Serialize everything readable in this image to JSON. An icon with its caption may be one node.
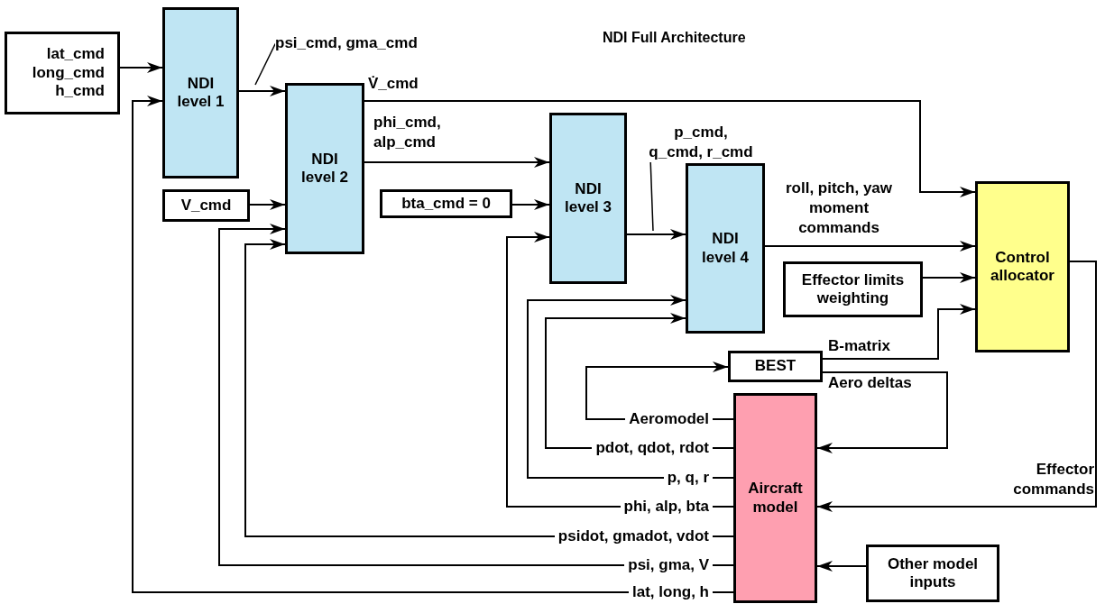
{
  "diagram": {
    "title": "NDI Full Architecture",
    "nodes": [
      {
        "text": [
          "lat_cmd",
          "long_cmd",
          "h_cmd"
        ]
      },
      {
        "text": [
          "NDI level 1"
        ]
      },
      {
        "text": [
          "NDI level 2"
        ]
      },
      {
        "text": [
          "V_cmd"
        ]
      },
      {
        "text": [
          "bta_cmd = 0"
        ]
      },
      {
        "text": [
          "NDI level 3"
        ]
      },
      {
        "text": [
          "NDI level 4"
        ]
      },
      {
        "text": [
          "Control allocator"
        ]
      },
      {
        "text": [
          "Effector limits weighting"
        ]
      },
      {
        "text": [
          "BEST"
        ]
      },
      {
        "text": [
          "Aircraft model"
        ]
      },
      {
        "text": [
          "Other model inputs"
        ]
      }
    ],
    "edges": [
      {
        "from": 0,
        "to": 1,
        "arrow": "to"
      },
      {
        "from": 1,
        "to": 2,
        "arrow": "to",
        "label": "psi_cmd, gma_cmd"
      },
      {
        "from": 2,
        "to": 7,
        "arrow": "to",
        "label": "V̇_cmd"
      },
      {
        "from": 2,
        "to": 5,
        "arrow": "to",
        "label": "phi_cmd, alp_cmd"
      },
      {
        "from": 3,
        "to": 2,
        "arrow": "to"
      },
      {
        "from": 4,
        "to": 5,
        "arrow": "to"
      },
      {
        "from": 5,
        "to": 6,
        "arrow": "to",
        "label": "p_cmd, q_cmd, r_cmd"
      },
      {
        "from": 6,
        "to": 7,
        "arrow": "to",
        "label": "roll, pitch, yaw moment commands"
      },
      {
        "from": 8,
        "to": 7,
        "arrow": "to"
      },
      {
        "from": 9,
        "to": 7,
        "arrow": "to",
        "label": "B-matrix"
      },
      {
        "from": 9,
        "to": 10,
        "arrow": "to",
        "label": "Aero deltas"
      },
      {
        "from": 7,
        "to": 10,
        "arrow": "to",
        "label": "Effector commands"
      },
      {
        "from": 11,
        "to": 10,
        "arrow": "to"
      },
      {
        "from": 10,
        "to": 9,
        "arrow": "to",
        "label": "Aeromodel"
      },
      {
        "from": 10,
        "to": 6,
        "arrow": "to",
        "label": "pdot, qdot, rdot"
      },
      {
        "from": 10,
        "to": 6,
        "arrow": "to",
        "label": "p, q, r"
      },
      {
        "from": 10,
        "to": 5,
        "arrow": "to",
        "label": "phi, alp, bta"
      },
      {
        "from": 10,
        "to": 2,
        "arrow": "to",
        "label": "psidot, gmadot, vdot"
      },
      {
        "from": 10,
        "to": 2,
        "arrow": "to",
        "label": "psi, gma, V"
      },
      {
        "from": 10,
        "to": 1,
        "arrow": "to",
        "label": "lat, long, h"
      }
    ]
  }
}
